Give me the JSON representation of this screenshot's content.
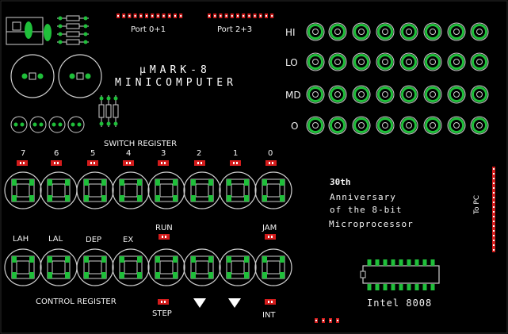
{
  "board": {
    "title_line1": "µMARK-8",
    "title_line2": "MINICOMPUTER",
    "port_left": "Port 0+1",
    "port_right": "Port 2+3",
    "switch_register_label": "SWITCH REGISTER",
    "control_register_label": "CONTROL REGISTER",
    "bit_labels": [
      "7",
      "6",
      "5",
      "4",
      "3",
      "2",
      "1",
      "0"
    ],
    "led_row_labels": [
      "HI",
      "LO",
      "MD",
      "O"
    ],
    "control_labels": [
      "LAH",
      "LAL",
      "DEP",
      "EX"
    ],
    "run_label": "RUN",
    "jam_label": "JAM",
    "step_label": "STEP",
    "int_label": "INT",
    "anniversary_line1": "30th",
    "anniversary_line2": "Anniversary",
    "anniversary_line3": "of the 8-bit",
    "anniversary_line4": "Microprocessor",
    "chip_label": "Intel 8008",
    "to_pc_label": "To PC"
  },
  "colors": {
    "background": "#000000",
    "silkscreen": "#f2f2f2",
    "pad_green": "#1fbf3a",
    "pad_red": "#d41c1c",
    "outline": "#cfcfcf"
  }
}
